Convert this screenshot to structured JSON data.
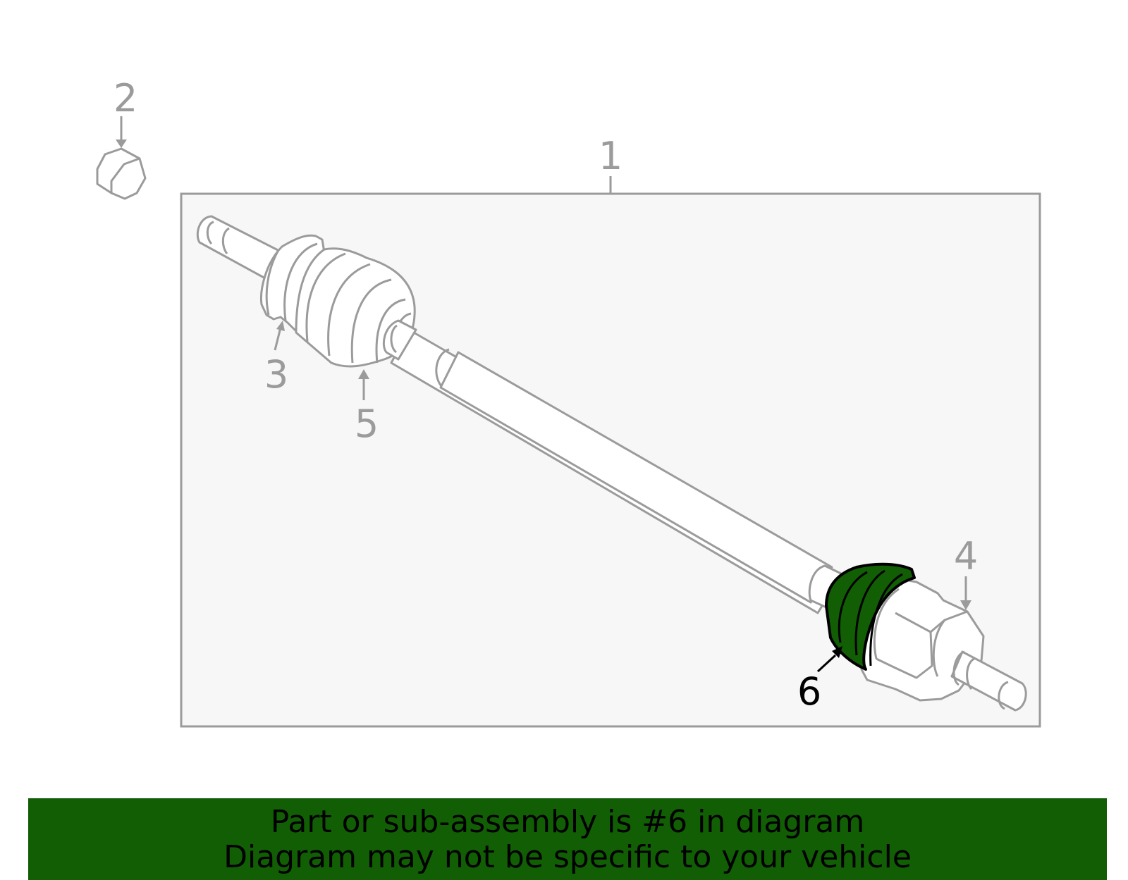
{
  "callouts": {
    "c1": "1",
    "c2": "2",
    "c3": "3",
    "c4": "4",
    "c5": "5",
    "c6": "6"
  },
  "highlighted_part": "6",
  "colors": {
    "line": "#9b9b9b",
    "highlight": "#115e05",
    "highlight_outline": "#000000",
    "panel": "#f7f7f7",
    "banner_bg": "#115e05"
  },
  "banner": {
    "line1": "Part or sub-assembly is #6 in diagram",
    "line2": "Diagram may not be specific to your vehicle"
  }
}
